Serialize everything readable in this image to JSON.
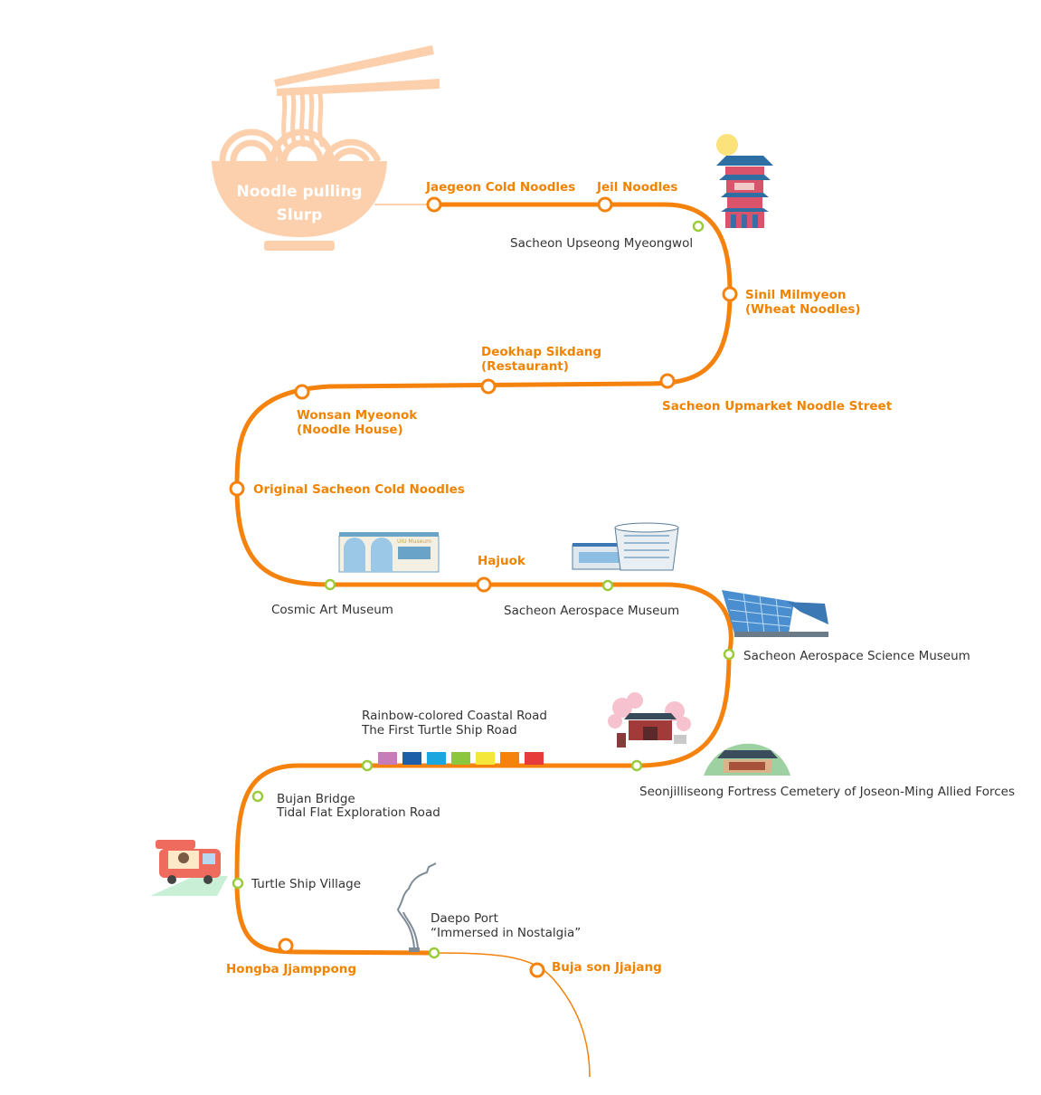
{
  "logo": {
    "line1": "Noodle pulling",
    "line2": "Slurp"
  },
  "colors": {
    "route": "#f5820d",
    "restaurant_label": "#f08300",
    "attraction_label": "#333333",
    "attraction_dot": "#9bcb3c",
    "logo": "#fcd0ad"
  },
  "restaurants": {
    "jaegeon": "Jaegeon Cold Noodles",
    "jeil": "Jeil Noodles",
    "sinil_1": "Sinil Milmyeon",
    "sinil_2": "(Wheat Noodles)",
    "upmarket": "Sacheon Upmarket Noodle Street",
    "deokhap_1": "Deokhap Sikdang",
    "deokhap_2": "(Restaurant)",
    "wonsan_1": "Wonsan Myeonok",
    "wonsan_2": "(Noodle House)",
    "original": "Original Sacheon Cold Noodles",
    "hajuok": "Hajuok",
    "hongba": "Hongba Jjamppong",
    "buja": "Buja son Jjajang"
  },
  "attractions": {
    "upseong": "Sacheon Upseong Myeongwol",
    "cosmic": "Cosmic Art Museum",
    "cosmic_sign": "UIU Museum",
    "aerospace": "Sacheon Aerospace Museum",
    "aero_science": "Sacheon Aerospace Science Museum",
    "rainbow_1": "Rainbow-colored Coastal Road",
    "rainbow_2": "The First Turtle Ship Road",
    "seonjilli": "Seonjilliseong Fortress Cemetery of Joseon-Ming Allied Forces",
    "bujan_1": "Bujan Bridge",
    "bujan_2": "Tidal Flat Exploration Road",
    "turtle": "Turtle Ship Village",
    "daepo_1": "Daepo Port",
    "daepo_2": "“Immersed in Nostalgia”"
  },
  "rainbow_colors": [
    "#c77bb8",
    "#1d5ea8",
    "#1aa7df",
    "#8cc63f",
    "#f4e73a",
    "#f5820d",
    "#e73b3b"
  ]
}
